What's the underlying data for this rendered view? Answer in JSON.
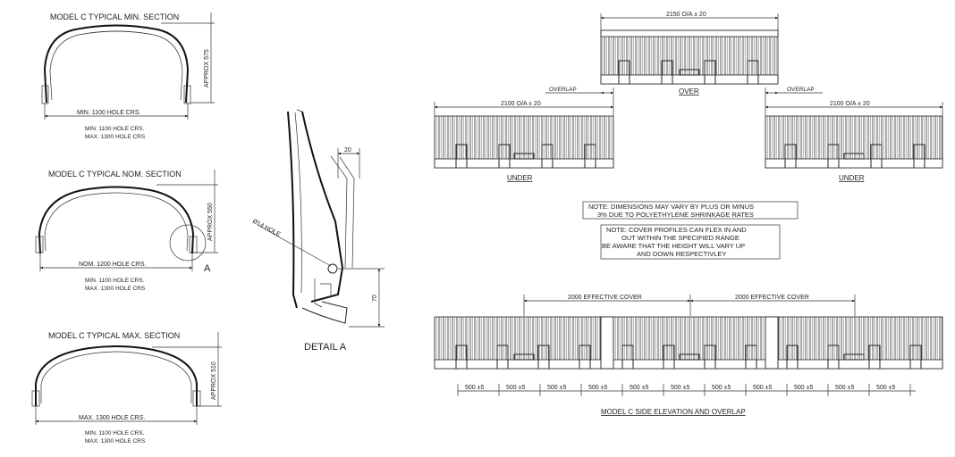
{
  "sections": [
    {
      "title": "MODEL C TYPICAL MIN. SECTION",
      "height_label": "APPROX 575",
      "dim_label": "MIN. 1100 HOLE CRS.",
      "note_lines": [
        "MIN. 1100 HOLE CRS.",
        "MAX. 1300 HOLE CRS"
      ]
    },
    {
      "title": "MODEL C TYPICAL NOM. SECTION",
      "height_label": "APPROX 550",
      "dim_label": "NOM. 1200 HOLE CRS.",
      "note_lines": [
        "MIN. 1100 HOLE CRS.",
        "MAX. 1300 HOLE CRS"
      ],
      "detail_marker": "A"
    },
    {
      "title": "MODEL C TYPICAL MAX. SECTION",
      "height_label": "APPROX 510",
      "dim_label": "MAX. 1300 HOLE CRS.",
      "note_lines": [
        "MIN. 1100 HOLE CRS.",
        "MAX. 1300 HOLE CRS"
      ]
    }
  ],
  "detail": {
    "title": "DETAIL A",
    "hole_label": "Ø14 HOLE",
    "dim_top": "20",
    "dim_side": "70"
  },
  "overlap_view": {
    "over_dim": "2150 O/A ± 20",
    "over_label": "OVER",
    "left_dim": "2100 O/A ± 20",
    "right_dim": "2100 O/A ± 20",
    "overlap_left": "OVERLAP",
    "overlap_right": "OVERLAP",
    "under_left": "UNDER",
    "under_right": "UNDER"
  },
  "notes": {
    "note1": [
      "NOTE: DIMENSIONS MAY VARY BY PLUS OR MINUS",
      "3% DUE TO POLYETHYLENE SHRINKAGE RATES"
    ],
    "note2": [
      "NOTE: COVER PROFILES CAN FLEX IN AND",
      "OUT WITHIN THE SPECIFIED RANGE",
      "BE AWARE THAT THE HEIGHT WILL VARY UP",
      "AND DOWN RESPECTIVLEY"
    ]
  },
  "side_elevation": {
    "cover_left": "2000 EFFECTIVE COVER",
    "cover_right": "2000 EFFECTIVE COVER",
    "pitch_labels": [
      "500 ±5",
      "500 ±5",
      "500 ±5",
      "500 ±5",
      "500 ±5",
      "500 ±5",
      "500 ±5",
      "500 ±5",
      "500 ±5",
      "500 ±5",
      "500 ±5"
    ],
    "title": "MODEL C SIDE ELEVATION AND OVERLAP"
  }
}
